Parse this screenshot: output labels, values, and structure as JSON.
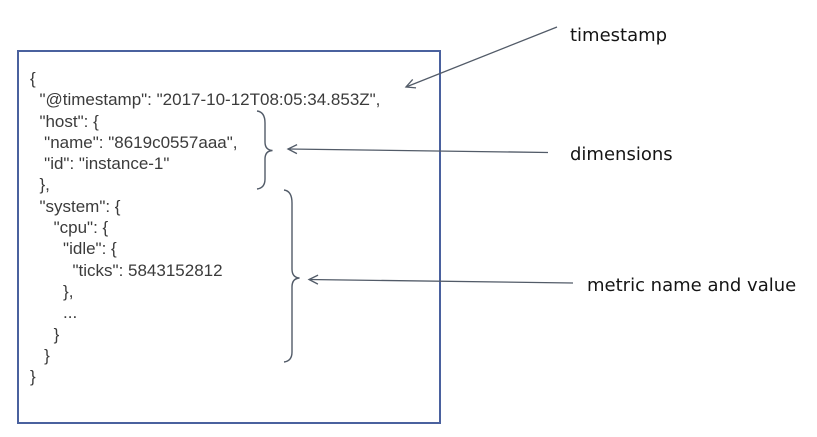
{
  "figure": {
    "code_block": {
      "lines": [
        "{",
        "  \"@timestamp\": \"2017-10-12T08:05:34.853Z\",",
        "  \"host\": {",
        "   \"name\": \"8619c0557aaa\",",
        "   \"id\": \"instance-1\"",
        "  },",
        "  \"system\": {",
        "     \"cpu\": {",
        "       \"idle\": {",
        "         \"ticks\": 5843152812",
        "       },",
        "       ...",
        "     }",
        "   }",
        "}"
      ]
    },
    "annotations": {
      "timestamp": "timestamp",
      "dimensions": "dimensions",
      "metric": "metric name and value"
    },
    "colors": {
      "box_border": "#4a619e",
      "connector": "#525b68",
      "code_text": "#3b3b3b",
      "label_text": "#151515"
    }
  }
}
